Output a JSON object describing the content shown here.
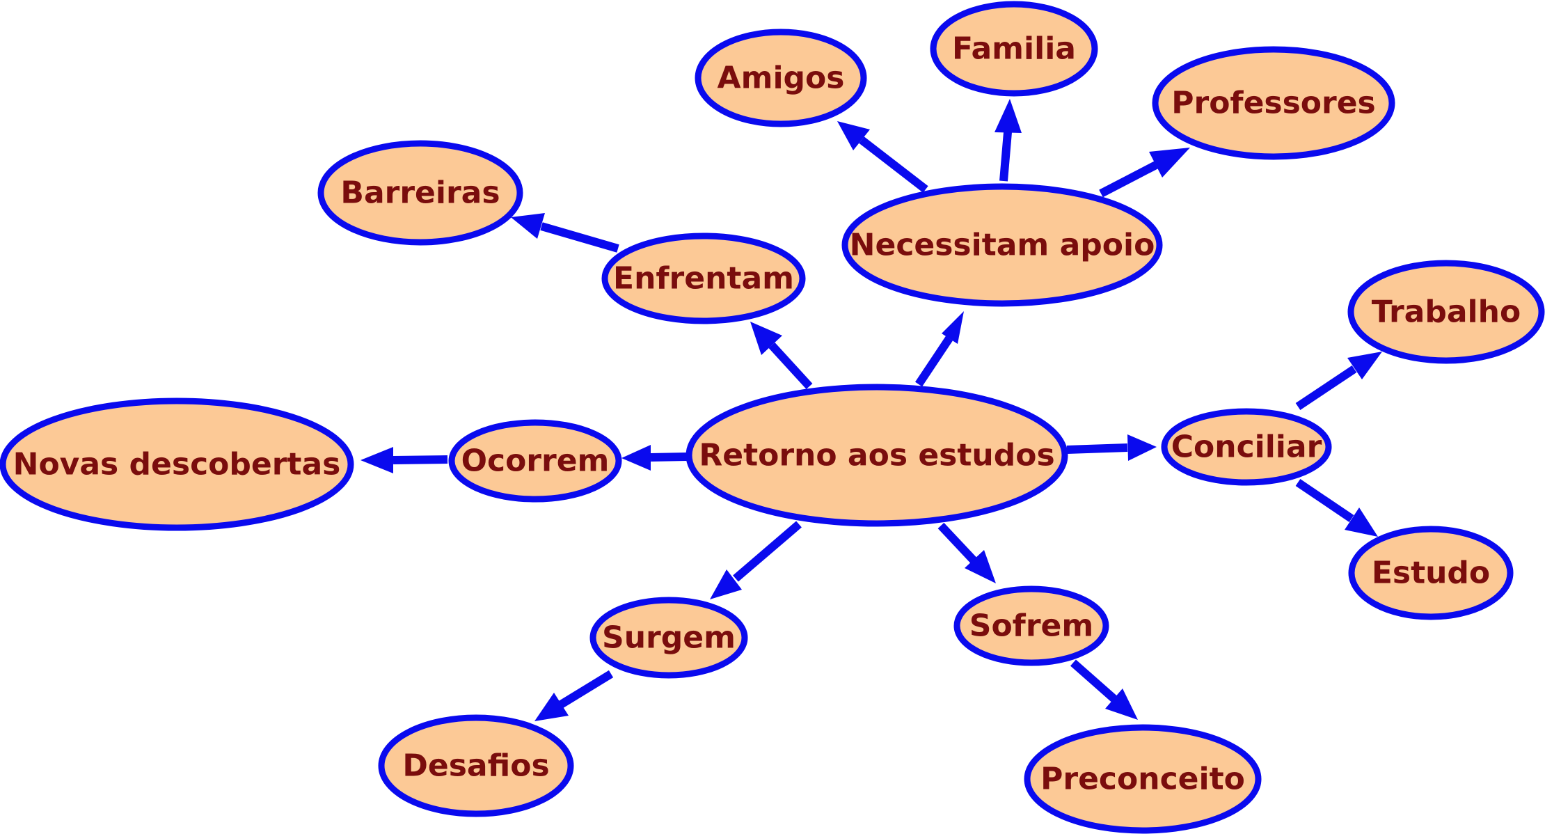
{
  "colors": {
    "node_fill": "#fcc996",
    "node_stroke": "#0a0aee",
    "label_text": "#7a0d0d",
    "edge": "#0a0aee",
    "background": "#ffffff"
  },
  "nodes": {
    "retorno": "Retorno aos estudos",
    "necessitam": "Necessitam apoio",
    "amigos": "Amigos",
    "familia": "Familia",
    "professores": "Professores",
    "enfrentam": "Enfrentam",
    "barreiras": "Barreiras",
    "ocorrem": "Ocorrem",
    "novas": "Novas descobertas",
    "conciliar": "Conciliar",
    "trabalho": "Trabalho",
    "estudo": "Estudo",
    "surgem": "Surgem",
    "desafios": "Desafios",
    "sofrem": "Sofrem",
    "preconceito": "Preconceito"
  },
  "edges": [
    {
      "from": "retorno",
      "to": "necessitam"
    },
    {
      "from": "retorno",
      "to": "enfrentam"
    },
    {
      "from": "retorno",
      "to": "ocorrem"
    },
    {
      "from": "retorno",
      "to": "conciliar"
    },
    {
      "from": "retorno",
      "to": "surgem"
    },
    {
      "from": "retorno",
      "to": "sofrem"
    },
    {
      "from": "necessitam",
      "to": "amigos"
    },
    {
      "from": "necessitam",
      "to": "familia"
    },
    {
      "from": "necessitam",
      "to": "professores"
    },
    {
      "from": "enfrentam",
      "to": "barreiras"
    },
    {
      "from": "ocorrem",
      "to": "novas"
    },
    {
      "from": "conciliar",
      "to": "trabalho"
    },
    {
      "from": "conciliar",
      "to": "estudo"
    },
    {
      "from": "surgem",
      "to": "desafios"
    },
    {
      "from": "sofrem",
      "to": "preconceito"
    }
  ]
}
